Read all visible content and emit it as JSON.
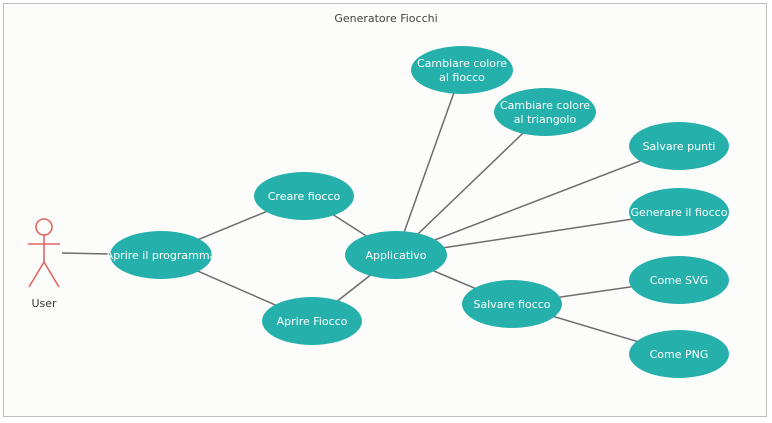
{
  "diagram": {
    "title": "Generatore Fiocchi",
    "node_color": "#26b0ab",
    "edge_color": "#6d6d6d",
    "actor_color": "#e06666",
    "actor": {
      "label": "User"
    },
    "nodes": [
      {
        "id": "aprire-programma",
        "lines": [
          "Aprire il programma"
        ]
      },
      {
        "id": "creare-fiocco",
        "lines": [
          "Creare fiocco"
        ]
      },
      {
        "id": "aprire-fiocco",
        "lines": [
          "Aprire Fiocco"
        ]
      },
      {
        "id": "applicativo",
        "lines": [
          "Applicativo"
        ]
      },
      {
        "id": "cambiare-colore-fiocco",
        "lines": [
          "Cambiare colore",
          "al fiocco"
        ]
      },
      {
        "id": "cambiare-colore-triangolo",
        "lines": [
          "Cambiare colore",
          "al triangolo"
        ]
      },
      {
        "id": "salvare-punti",
        "lines": [
          "Salvare punti"
        ]
      },
      {
        "id": "generare-fiocco",
        "lines": [
          "Generare il fiocco"
        ]
      },
      {
        "id": "salvare-fiocco",
        "lines": [
          "Salvare fiocco"
        ]
      },
      {
        "id": "come-svg",
        "lines": [
          "Come SVG"
        ]
      },
      {
        "id": "come-png",
        "lines": [
          "Come PNG"
        ]
      }
    ],
    "edges": [
      [
        "user",
        "aprire-programma"
      ],
      [
        "aprire-programma",
        "creare-fiocco"
      ],
      [
        "aprire-programma",
        "aprire-fiocco"
      ],
      [
        "creare-fiocco",
        "applicativo"
      ],
      [
        "aprire-fiocco",
        "applicativo"
      ],
      [
        "applicativo",
        "cambiare-colore-fiocco"
      ],
      [
        "applicativo",
        "cambiare-colore-triangolo"
      ],
      [
        "applicativo",
        "salvare-punti"
      ],
      [
        "applicativo",
        "generare-fiocco"
      ],
      [
        "applicativo",
        "salvare-fiocco"
      ],
      [
        "salvare-fiocco",
        "come-svg"
      ],
      [
        "salvare-fiocco",
        "come-png"
      ]
    ]
  }
}
